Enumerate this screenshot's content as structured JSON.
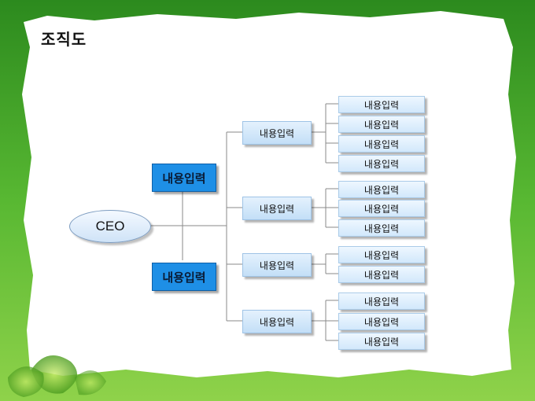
{
  "title": "조직도",
  "ceo": "CEO",
  "level1": [
    "내용입력",
    "내용입력"
  ],
  "level2": [
    "내용입력",
    "내용입력",
    "내용입력",
    "내용입력"
  ],
  "level3": [
    [
      "내용입력",
      "내용입력",
      "내용입력",
      "내용입력"
    ],
    [
      "내용입력",
      "내용입력",
      "내용입력"
    ],
    [
      "내용입력",
      "내용입력"
    ],
    [
      "내용입력",
      "내용입력",
      "내용입력"
    ]
  ],
  "colors": {
    "frame": "#4aa82c",
    "level1": "#1e8fe6",
    "level2": "#cfe5f9",
    "connector": "#8a8a8a"
  }
}
